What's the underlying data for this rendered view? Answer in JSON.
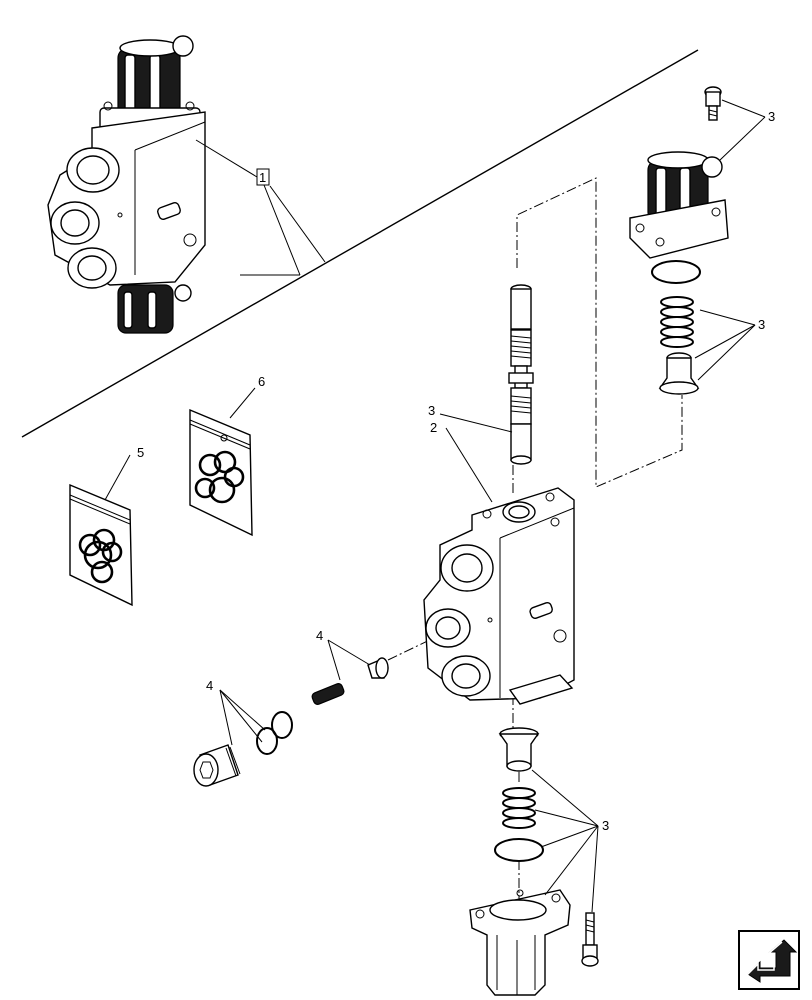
{
  "callouts": {
    "assembly": "1",
    "section": "2",
    "spool": "3",
    "cap_top": "3",
    "spring_top": "3",
    "spring_bottom": "3",
    "relief": "4",
    "plug": "4",
    "seal_kit_a": "5",
    "seal_kit_b": "6"
  },
  "icons": {
    "nav": "next-page-arrow-icon"
  }
}
